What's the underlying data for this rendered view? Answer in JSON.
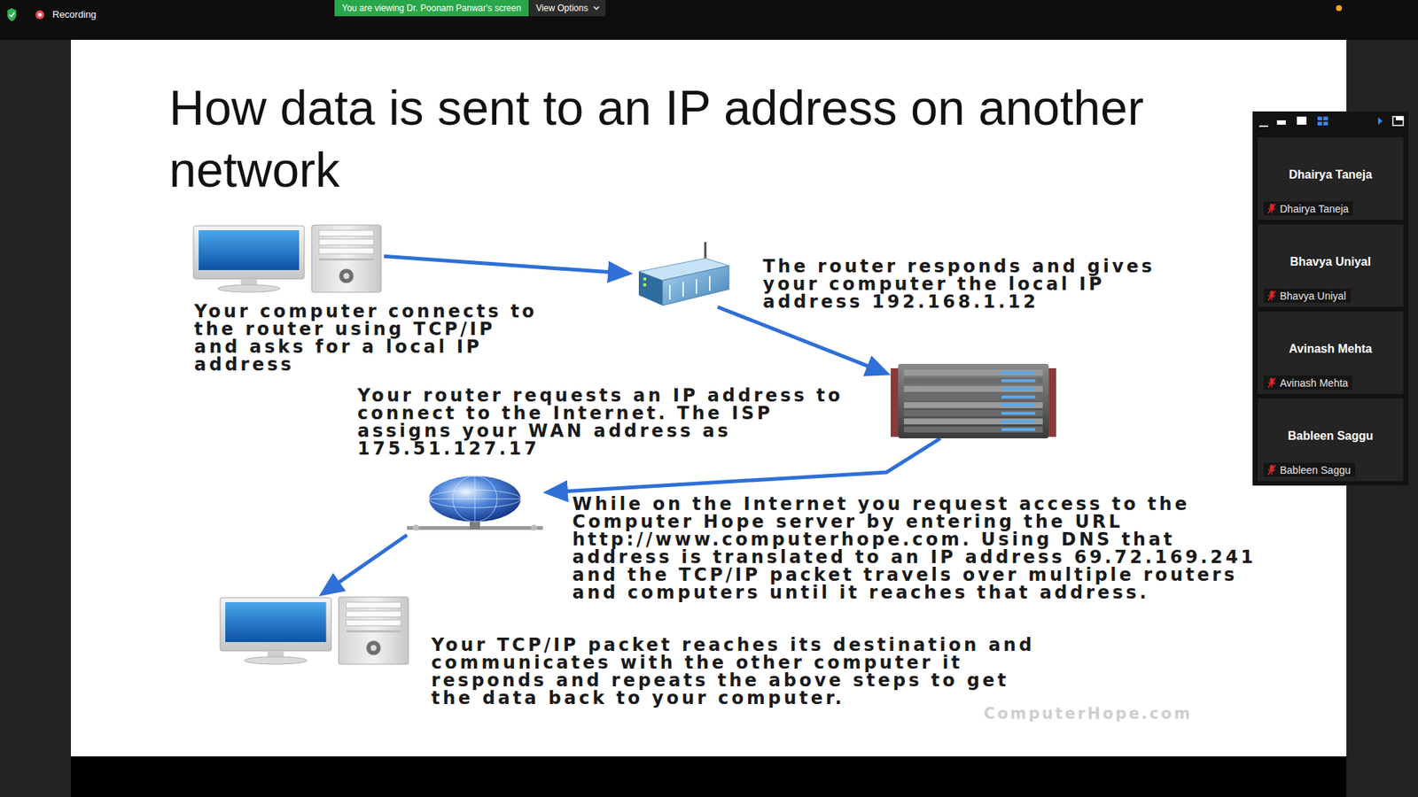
{
  "diagram": {
    "title": "How data is sent to an IP address on another network",
    "nodes": [
      {
        "text": [
          "You are viewing Dr. Poonam Panwar's screen"
        ]
      },
      {
        "text": [
          "View Options"
        ]
      },
      {
        "text": [
          "Your computer connects to the router using TCP/IP and asks for a local IP address"
        ]
      },
      {
        "text": [
          "The router responds and gives your computer the local IP address 192.168.1.12"
        ]
      },
      {
        "text": [
          "Your router requests an IP address to connect to the Internet. The ISP assigns your WAN address as 175.51.127.17"
        ]
      },
      {
        "text": [
          "While on the Internet you request access to the Computer Hope server by entering the URL http://www.computerhope.com. Using DNS that address is translated to an IP address 69.72.169.241 and the TCP/IP packet travels over multiple routers and computers until it reaches that address."
        ]
      },
      {
        "text": [
          "Your TCP/IP packet reaches its destination and communicates with the other computer it responds and repeats the above steps to get the data back to your computer."
        ]
      },
      {
        "text": [
          "Dhairya Taneja",
          "Dhairya Taneja"
        ]
      },
      {
        "text": [
          "Bhavya Uniyal",
          "Bhavya Uniyal"
        ]
      },
      {
        "text": [
          "Avinash Mehta",
          "Avinash Mehta"
        ]
      },
      {
        "text": [
          "Bableen Saggu",
          "Bableen Saggu"
        ]
      }
    ],
    "edges": [
      {
        "from": 2,
        "to": 3,
        "arrow": "to"
      },
      {
        "from": 3,
        "to": 4,
        "arrow": "to"
      },
      {
        "from": 4,
        "to": 5,
        "arrow": "to"
      },
      {
        "from": 5,
        "to": 6,
        "arrow": "to"
      }
    ],
    "labels": [
      "Recording",
      "ComputerHope.com"
    ]
  }
}
